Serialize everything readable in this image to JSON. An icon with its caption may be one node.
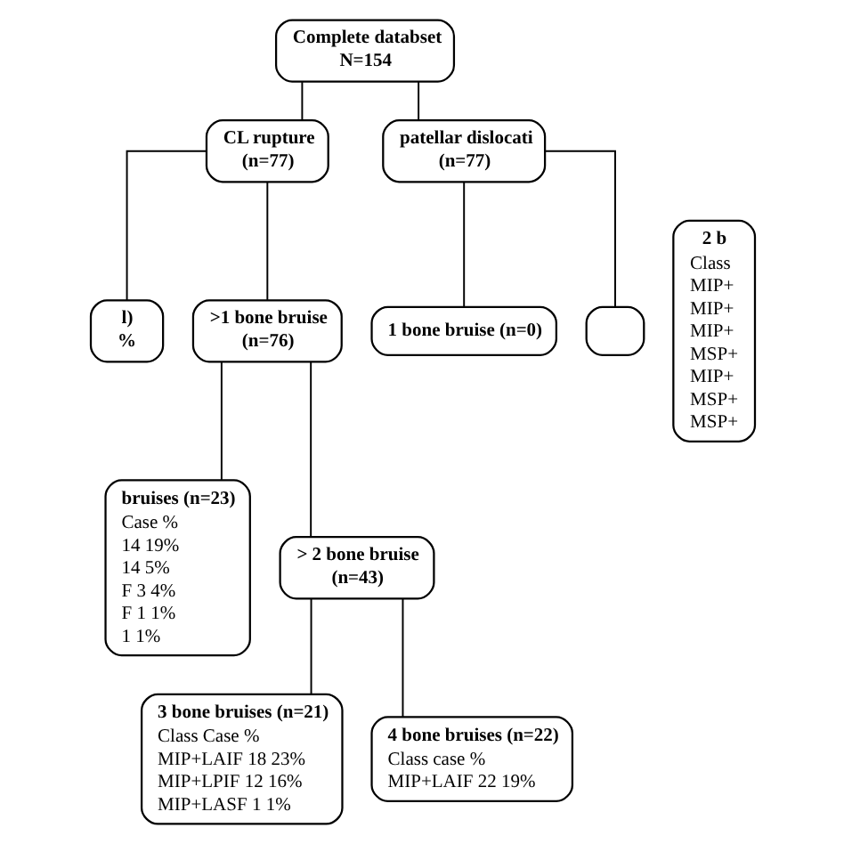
{
  "diagram": {
    "nodes": [
      {
        "text": [
          "Complete databset",
          "N=154"
        ]
      },
      {
        "text": [
          "CL rupture",
          "(n=77)"
        ]
      },
      {
        "text": [
          "l)",
          "%"
        ]
      },
      {
        "text": [
          ">1 bone bruise",
          "(n=76)"
        ]
      },
      {
        "text": [
          "bruises (n=23)",
          "Case %",
          "14 19%",
          "14 5%",
          "F 3 4%",
          "F 1 1%",
          "1 1%"
        ]
      },
      {
        "text": [
          "> 2 bone bruise",
          "(n=43)"
        ]
      },
      {
        "text": [
          "3 bone bruises (n=21)",
          "Class Case %",
          "MIP+LAIF 18 23%",
          "MIP+LPIF 12 16%",
          "MIP+LASF 1 1%"
        ]
      },
      {
        "text": [
          "4 bone bruises (n=22)",
          "Class case %",
          "MIP+LAIF 22 19%"
        ]
      },
      {
        "text": [
          "patellar dislocati",
          "(n=77)"
        ]
      },
      {
        "text": [
          "1 bone bruise (n=0)"
        ]
      },
      {
        "text": [],
        "shape": "box"
      },
      {
        "text": [
          "2 b",
          "Class",
          "MIP+",
          "MIP+",
          "MIP+",
          "MSP+",
          "MIP+",
          "MSP+",
          "MSP+"
        ]
      }
    ],
    "edges": [
      {
        "from": 0,
        "to": 1,
        "arrow": "none"
      },
      {
        "from": 0,
        "to": 8,
        "arrow": "none"
      },
      {
        "from": 1,
        "to": 2,
        "arrow": "none"
      },
      {
        "from": 1,
        "to": 3,
        "arrow": "none"
      },
      {
        "from": 3,
        "to": 4,
        "arrow": "none"
      },
      {
        "from": 3,
        "to": 5,
        "arrow": "none"
      },
      {
        "from": 5,
        "to": 6,
        "arrow": "none"
      },
      {
        "from": 5,
        "to": 7,
        "arrow": "none"
      },
      {
        "from": 8,
        "to": 9,
        "arrow": "none"
      },
      {
        "from": 8,
        "to": 10,
        "arrow": "none"
      }
    ]
  }
}
